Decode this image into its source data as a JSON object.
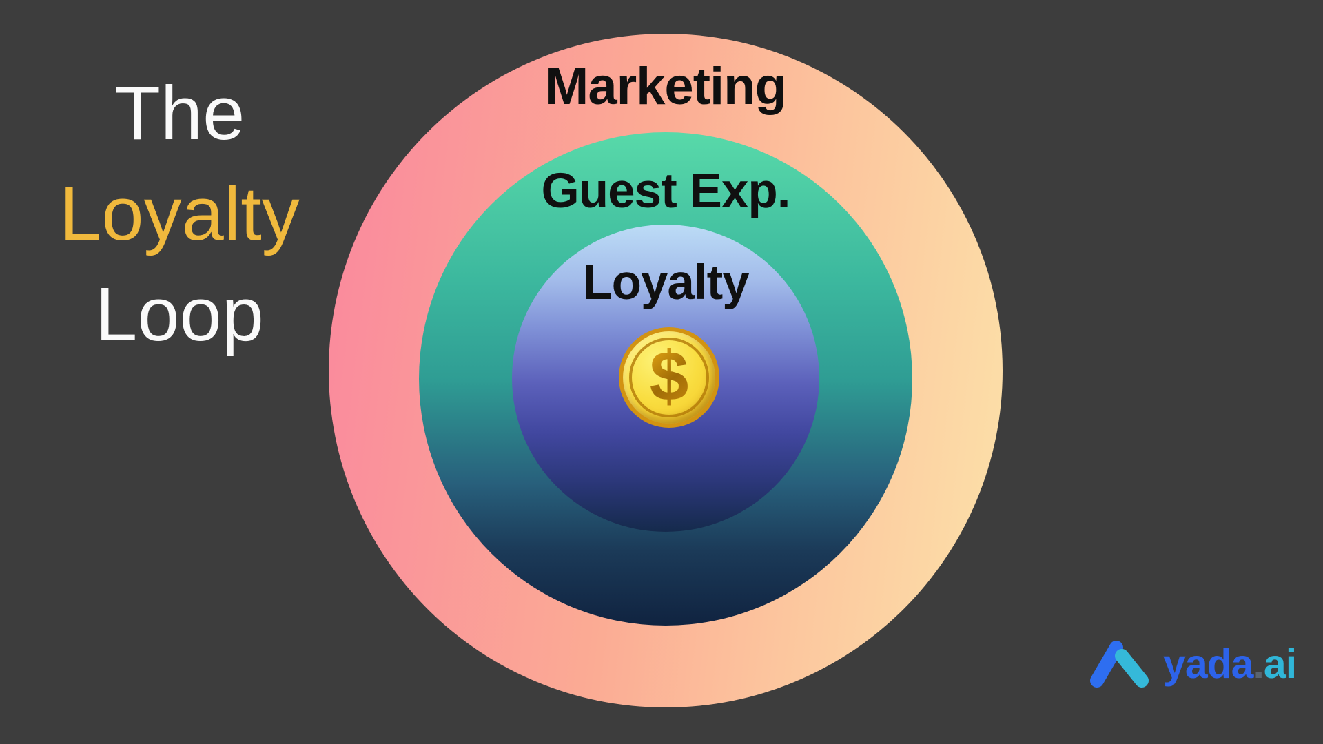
{
  "background_color": "#3d3d3d",
  "title": {
    "line1": "The",
    "line2": "Loyalty",
    "line3": "Loop",
    "text_color": "#fafafa",
    "accent_color": "#f0b93d"
  },
  "diagram": {
    "type": "concentric-circles",
    "label_color": "#101010",
    "rings": [
      {
        "label": "Marketing",
        "gradient": [
          "#fa8a9d",
          "#fbab94",
          "#fcdfa8"
        ],
        "gradient_direction": "left-to-right"
      },
      {
        "label": "Guest Exp.",
        "gradient": [
          "#58d9a9",
          "#2f9d94",
          "#102340"
        ],
        "gradient_direction": "top-to-bottom"
      },
      {
        "label": "Loyalty",
        "gradient": [
          "#bcdcf6",
          "#5b60ba",
          "#152a4c"
        ],
        "gradient_direction": "top-to-bottom"
      }
    ],
    "coin": {
      "symbol": "$",
      "face_color": "#f9dd40",
      "rim_color": "#d29312",
      "symbol_color": "#a06c07"
    }
  },
  "logo": {
    "mark": "chevron-icon",
    "mark_left_color": "#2e6ef0",
    "mark_right_color": "#35b9d9",
    "name_primary": "yada",
    "separator": ".",
    "name_suffix": "ai",
    "primary_color": "#2d63ea",
    "separator_color": "#5a646f",
    "suffix_color": "#30b6d8"
  }
}
